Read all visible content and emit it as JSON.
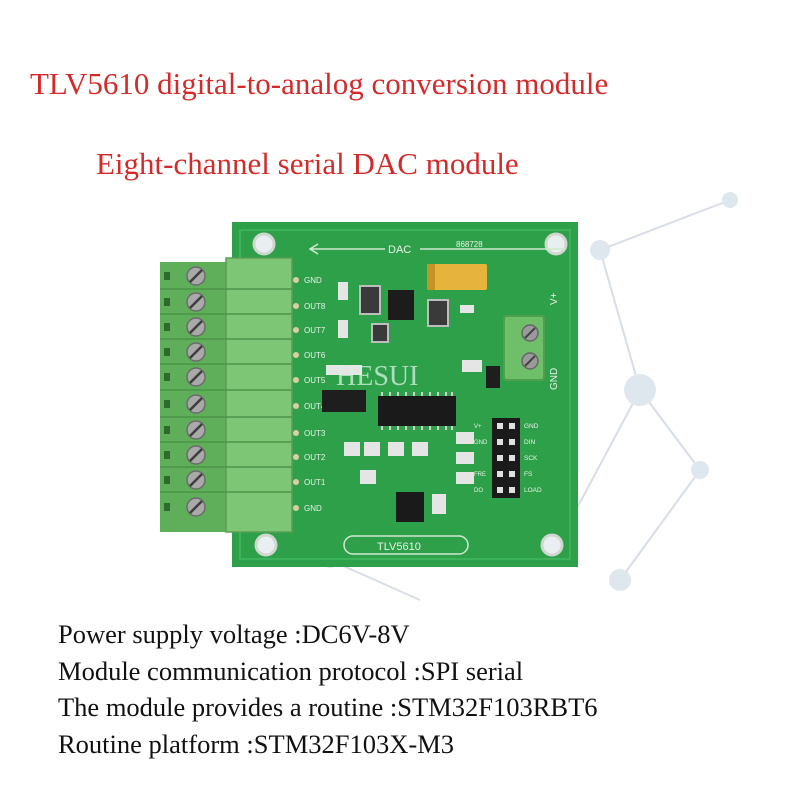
{
  "title": "TLV5610 digital-to-analog conversion module",
  "subtitle": "Eight-channel serial DAC module",
  "board": {
    "silk_top": "DAC",
    "board_code": "868728",
    "part_label": "TLV5610",
    "watermark": "HESUI",
    "left_pins": [
      "GND",
      "OUT8",
      "OUT7",
      "OUT6",
      "OUT5",
      "OUT4",
      "OUT3",
      "OUT2",
      "OUT1",
      "GND"
    ],
    "right_pins": [
      "GND",
      "DIN",
      "SCK",
      "FS",
      "LOAD"
    ],
    "power_labels": [
      "V+",
      "GND"
    ],
    "right_small": [
      "V+",
      "GND",
      "FRE",
      "DO"
    ]
  },
  "specs": [
    "Power supply voltage :DC6V-8V",
    "Module communication protocol :SPI serial",
    "The module provides a routine :STM32F103RBT6",
    "Routine platform :STM32F103X-M3"
  ],
  "colors": {
    "title": "#d22b2b",
    "pcb": "#2fa04a",
    "terminal": "#6fbf6a"
  }
}
